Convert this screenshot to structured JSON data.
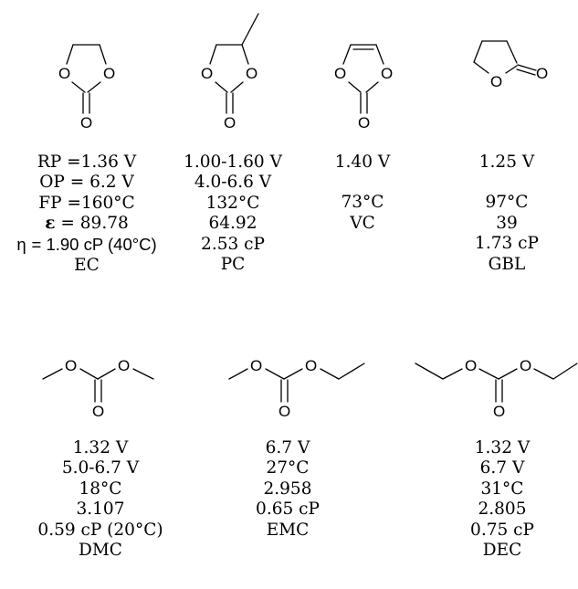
{
  "compounds": {
    "ec": {
      "lines": [
        "RP =1.36 V",
        "OP = 6.2 V",
        "FP =160°C",
        "= 89.78",
        "= 1.90 cP (40°C)",
        "EC"
      ],
      "eps_symbol": "ε",
      "eta_symbol": "η"
    },
    "pc": {
      "lines": [
        "1.00-1.60 V",
        "4.0-6.6 V",
        "132°C",
        "64.92",
        "2.53 cP",
        "PC"
      ]
    },
    "vc": {
      "lines": [
        "1.40 V",
        "73°C",
        "VC"
      ]
    },
    "gbl": {
      "lines": [
        "1.25 V",
        "97°C",
        "39",
        "1.73 cP",
        "GBL"
      ]
    },
    "dmc": {
      "lines": [
        "1.32 V",
        "5.0-6.7 V",
        "18°C",
        "3.107",
        "0.59 cP (20°C)",
        "DMC"
      ]
    },
    "emc": {
      "lines": [
        "6.7 V",
        "27°C",
        "2.958",
        "0.65 cP",
        "EMC"
      ]
    },
    "dec": {
      "lines": [
        "1.32 V",
        "6.7 V",
        "31°C",
        "2.805",
        "0.75 cP",
        "DEC"
      ]
    }
  },
  "atoms": {
    "oxygen": "O"
  }
}
